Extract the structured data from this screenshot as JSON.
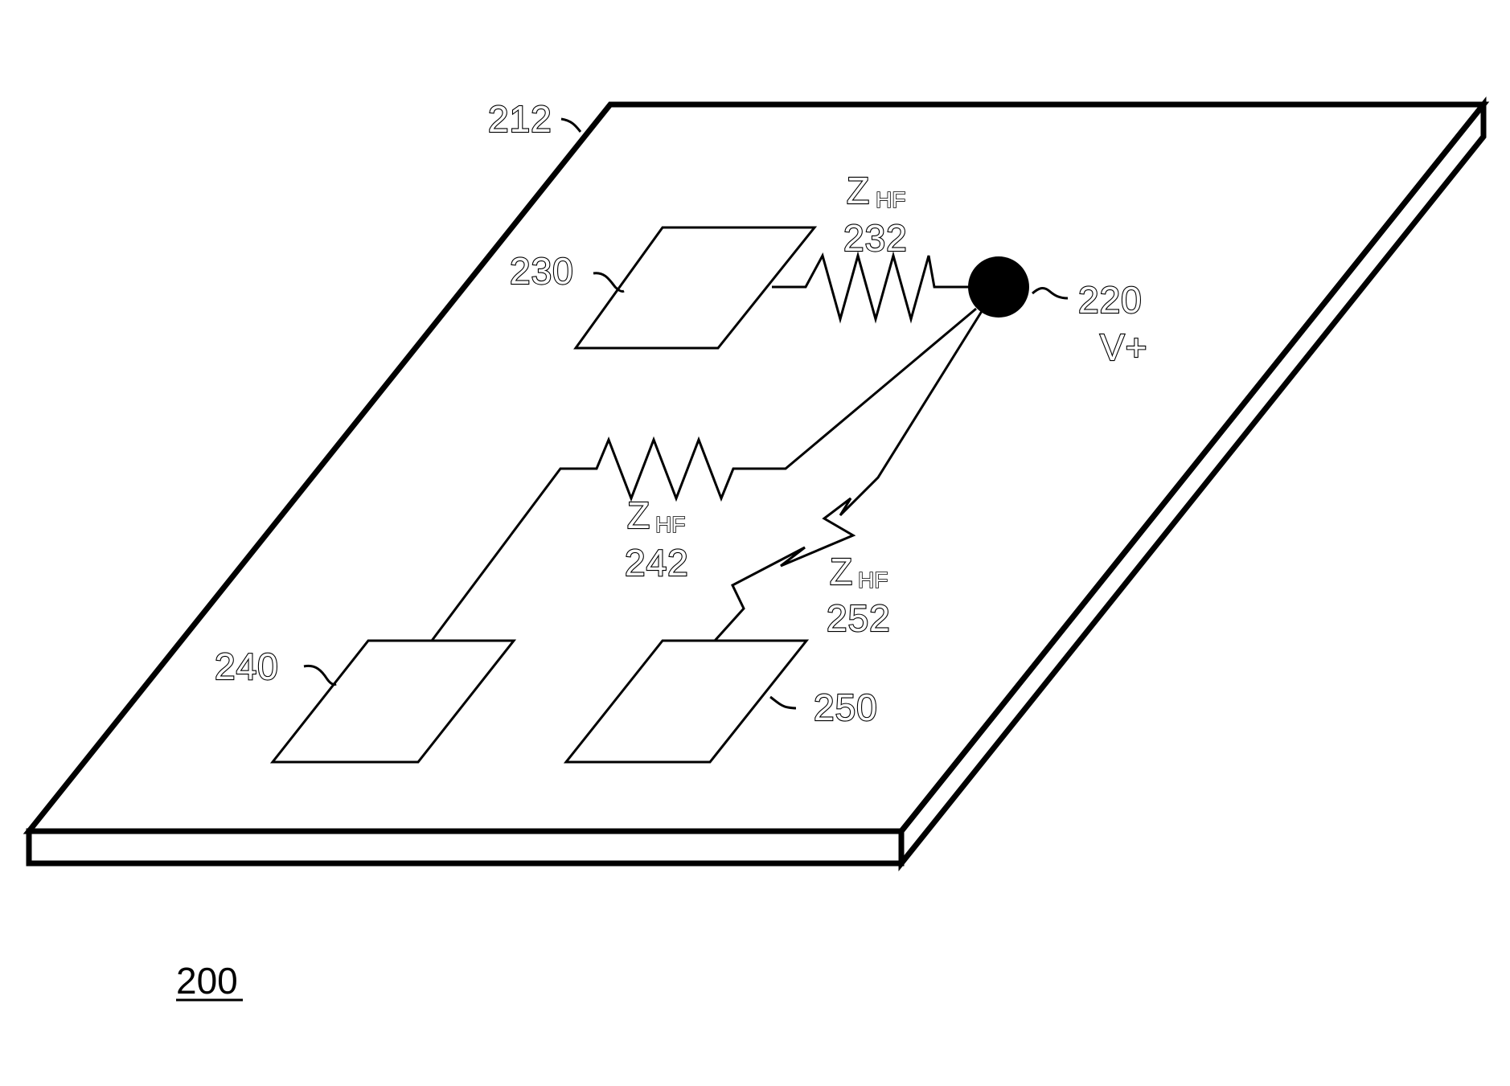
{
  "figure_number": "200",
  "substrate": {
    "ref": "212"
  },
  "node": {
    "ref": "220",
    "label": "V+"
  },
  "pads": [
    {
      "ref": "230"
    },
    {
      "ref": "240"
    },
    {
      "ref": "250"
    }
  ],
  "impedances": [
    {
      "symbol": "Z",
      "subscript": "HF",
      "ref": "232"
    },
    {
      "symbol": "Z",
      "subscript": "HF",
      "ref": "242"
    },
    {
      "symbol": "Z",
      "subscript": "HF",
      "ref": "252"
    }
  ]
}
